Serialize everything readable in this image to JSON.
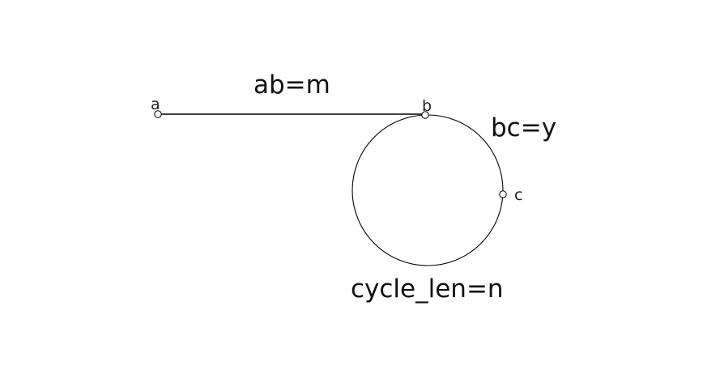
{
  "points": {
    "a": "a",
    "b": "b",
    "c": "c"
  },
  "labels": {
    "segment_ab": "ab=m",
    "arc_bc": "bc=y",
    "cycle": "cycle_len=n"
  },
  "colors": {
    "stroke": "#000000",
    "point_fill": "#ffffff",
    "background": "#ffffff"
  }
}
